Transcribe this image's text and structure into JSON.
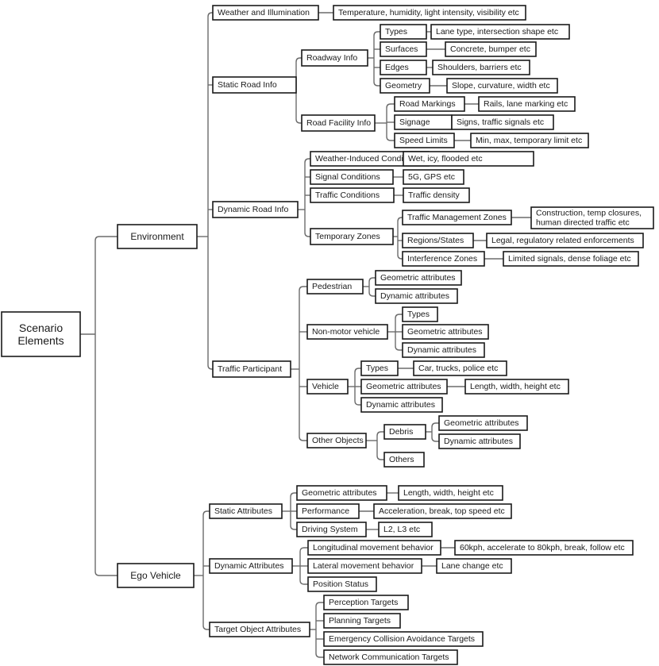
{
  "tree": {
    "label": "Scenario Elements",
    "children": [
      {
        "label": "Environment",
        "children": [
          {
            "label": "Weather and Illumination",
            "children": [
              {
                "label": "Temperature, humidity, light intensity, visibility etc"
              }
            ]
          },
          {
            "label": "Static Road Info",
            "children": [
              {
                "label": "Roadway Info",
                "children": [
                  {
                    "label": "Types",
                    "children": [
                      {
                        "label": "Lane type, intersection shape etc"
                      }
                    ]
                  },
                  {
                    "label": "Surfaces",
                    "children": [
                      {
                        "label": "Concrete, bumper etc"
                      }
                    ]
                  },
                  {
                    "label": "Edges",
                    "children": [
                      {
                        "label": "Shoulders, barriers etc"
                      }
                    ]
                  },
                  {
                    "label": "Geometry",
                    "children": [
                      {
                        "label": "Slope, curvature, width etc"
                      }
                    ]
                  }
                ]
              },
              {
                "label": "Road Facility Info",
                "children": [
                  {
                    "label": "Road Markings",
                    "children": [
                      {
                        "label": "Rails, lane marking etc"
                      }
                    ]
                  },
                  {
                    "label": "Signage",
                    "children": [
                      {
                        "label": "Signs, traffic signals etc"
                      }
                    ]
                  },
                  {
                    "label": "Speed Limits",
                    "children": [
                      {
                        "label": "Min, max, temporary limit etc"
                      }
                    ]
                  }
                ]
              }
            ]
          },
          {
            "label": "Dynamic Road Info",
            "children": [
              {
                "label": "Weather-Induced Conditions",
                "children": [
                  {
                    "label": "Wet, icy, flooded etc"
                  }
                ]
              },
              {
                "label": "Signal Conditions",
                "children": [
                  {
                    "label": "5G, GPS etc"
                  }
                ]
              },
              {
                "label": "Traffic Conditions",
                "children": [
                  {
                    "label": "Traffic density"
                  }
                ]
              },
              {
                "label": "Temporary Zones",
                "children": [
                  {
                    "label": "Traffic Management Zones",
                    "children": [
                      {
                        "label": "Construction, temp closures,\nhuman directed traffic etc"
                      }
                    ]
                  },
                  {
                    "label": "Regions/States",
                    "children": [
                      {
                        "label": "Legal, regulatory related enforcements"
                      }
                    ]
                  },
                  {
                    "label": "Interference Zones",
                    "children": [
                      {
                        "label": "Limited signals, dense foliage etc"
                      }
                    ]
                  }
                ]
              }
            ]
          },
          {
            "label": "Traffic Participant",
            "children": [
              {
                "label": "Pedestrian",
                "children": [
                  {
                    "label": "Geometric attributes"
                  },
                  {
                    "label": "Dynamic attributes"
                  }
                ]
              },
              {
                "label": "Non-motor vehicle",
                "children": [
                  {
                    "label": "Types"
                  },
                  {
                    "label": "Geometric attributes"
                  },
                  {
                    "label": "Dynamic attributes"
                  }
                ]
              },
              {
                "label": "Vehicle",
                "children": [
                  {
                    "label": "Types",
                    "children": [
                      {
                        "label": "Car, trucks, police etc"
                      }
                    ]
                  },
                  {
                    "label": "Geometric attributes",
                    "children": [
                      {
                        "label": "Length, width, height etc"
                      }
                    ]
                  },
                  {
                    "label": "Dynamic attributes"
                  }
                ]
              },
              {
                "label": "Other Objects",
                "children": [
                  {
                    "label": "Debris",
                    "children": [
                      {
                        "label": "Geometric attributes"
                      },
                      {
                        "label": "Dynamic attributes"
                      }
                    ]
                  },
                  {
                    "label": "Others"
                  }
                ]
              }
            ]
          }
        ]
      },
      {
        "label": "Ego Vehicle",
        "children": [
          {
            "label": "Static Attributes",
            "children": [
              {
                "label": "Geometric attributes",
                "children": [
                  {
                    "label": "Length, width, height etc"
                  }
                ]
              },
              {
                "label": "Performance",
                "children": [
                  {
                    "label": "Acceleration, break, top speed etc"
                  }
                ]
              },
              {
                "label": "Driving System",
                "children": [
                  {
                    "label": "L2, L3 etc"
                  }
                ]
              }
            ]
          },
          {
            "label": "Dynamic Attributes",
            "children": [
              {
                "label": "Longitudinal movement behavior",
                "children": [
                  {
                    "label": "60kph, accelerate to 80kph, break, follow etc"
                  }
                ]
              },
              {
                "label": "Lateral movement behavior",
                "children": [
                  {
                    "label": "Lane change etc"
                  }
                ]
              },
              {
                "label": "Position Status"
              }
            ]
          },
          {
            "label": "Target Object Attributes",
            "children": [
              {
                "label": "Perception Targets"
              },
              {
                "label": "Planning Targets"
              },
              {
                "label": "Emergency Collision Avoidance Targets"
              },
              {
                "label": "Network Communication Targets"
              }
            ]
          }
        ]
      }
    ]
  }
}
